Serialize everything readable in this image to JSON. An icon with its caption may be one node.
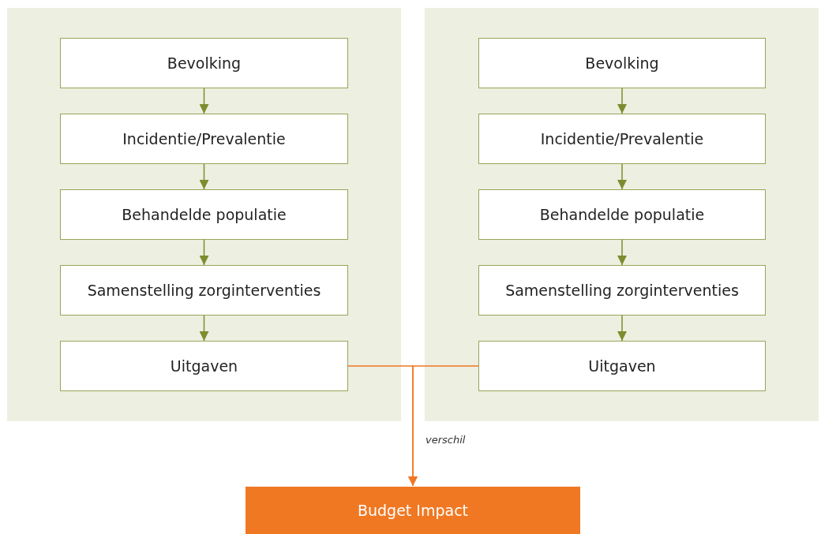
{
  "diagram": {
    "nodes": [
      {
        "text": [],
        "shape": "box"
      },
      {
        "text": [
          "Bevolking"
        ],
        "in": 0
      },
      {
        "text": [
          "Incidentie/Prevalentie"
        ],
        "in": 0
      },
      {
        "text": [
          "Behandelde populatie"
        ],
        "in": 0
      },
      {
        "text": [
          "Samenstelling zorginterventies"
        ],
        "in": 0
      },
      {
        "text": [
          "Uitgaven"
        ],
        "in": 0
      },
      {
        "text": [],
        "shape": "box"
      },
      {
        "text": [
          "Bevolking"
        ],
        "in": 6
      },
      {
        "text": [
          "Incidentie/Prevalentie"
        ],
        "in": 6
      },
      {
        "text": [
          "Behandelde populatie"
        ],
        "in": 6
      },
      {
        "text": [
          "Samenstelling zorginterventies"
        ],
        "in": 6
      },
      {
        "text": [
          "Uitgaven"
        ],
        "in": 6
      },
      {
        "text": [
          "Budget Impact"
        ]
      }
    ],
    "edges": [
      {
        "from": 1,
        "to": 2,
        "arrow": "to"
      },
      {
        "from": 2,
        "to": 3,
        "arrow": "to"
      },
      {
        "from": 3,
        "to": 4,
        "arrow": "to"
      },
      {
        "from": 4,
        "to": 5,
        "arrow": "to"
      },
      {
        "from": 7,
        "to": 8,
        "arrow": "to"
      },
      {
        "from": 8,
        "to": 9,
        "arrow": "to"
      },
      {
        "from": 9,
        "to": 10,
        "arrow": "to"
      },
      {
        "from": 10,
        "to": 11,
        "arrow": "to"
      },
      {
        "from": 5,
        "to": 12,
        "arrow": "to",
        "label": "verschil",
        "color": "#f07823"
      },
      {
        "from": 11,
        "to": 12,
        "arrow": "to",
        "color": "#f07823"
      }
    ]
  }
}
